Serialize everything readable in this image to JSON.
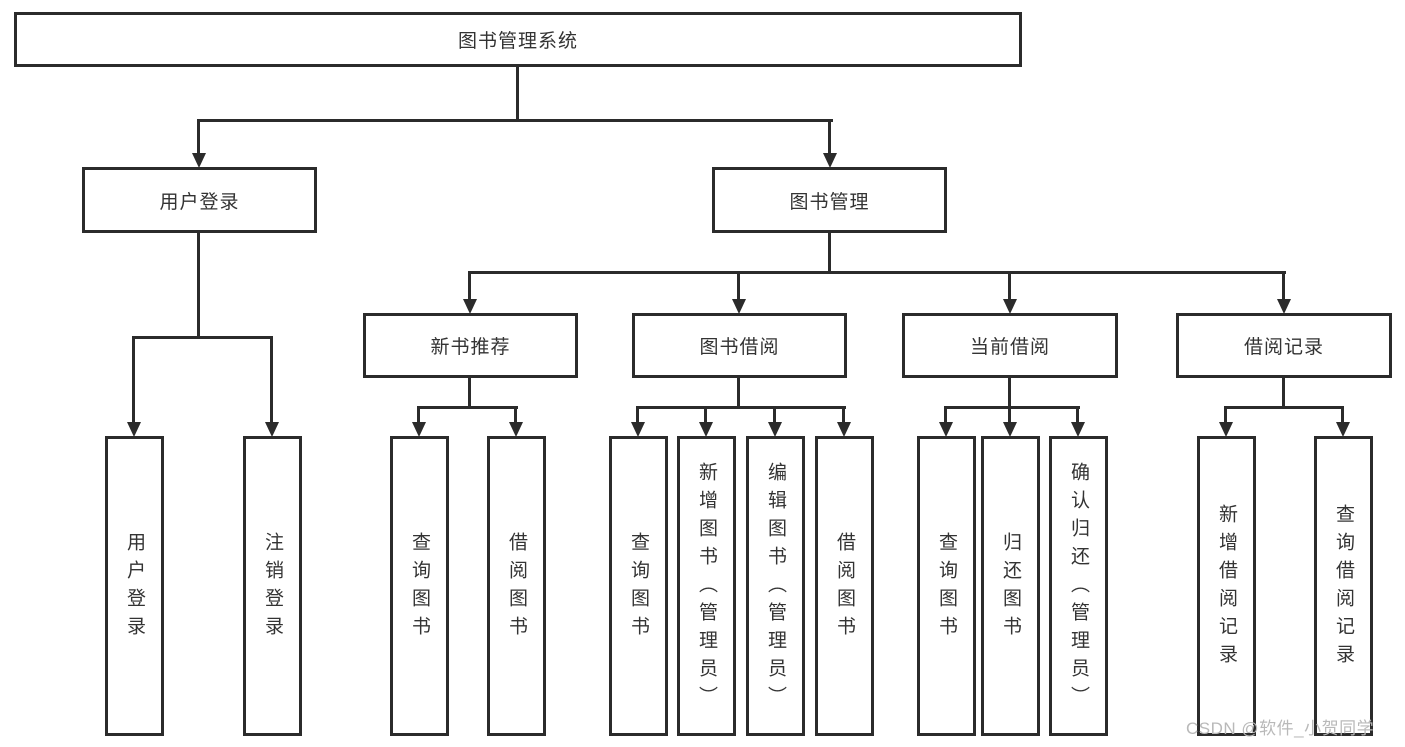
{
  "diagram": {
    "title": "图书管理系统",
    "nodes": {
      "root": "图书管理系统",
      "l2": [
        "用户登录",
        "图书管理"
      ],
      "l3": [
        "新书推荐",
        "图书借阅",
        "当前借阅",
        "借阅记录"
      ],
      "l4": {
        "login": [
          "用户登录",
          "注销登录"
        ],
        "newbook": [
          "查询图书",
          "借阅图书"
        ],
        "bookborrow": [
          "查询图书",
          "新增图书（管理员）",
          "编辑图书（管理员）",
          "借阅图书"
        ],
        "currentborrow": [
          "查询图书",
          "归还图书",
          "确认归还（管理员）"
        ],
        "records": [
          "新增借阅记录",
          "查询借阅记录"
        ]
      }
    },
    "watermark": "CSDN @软件_小贺同学",
    "colors": {
      "line": "#2b2b2b",
      "text": "#333333",
      "watermark": "#b9b9b9",
      "background": "#ffffff"
    }
  }
}
